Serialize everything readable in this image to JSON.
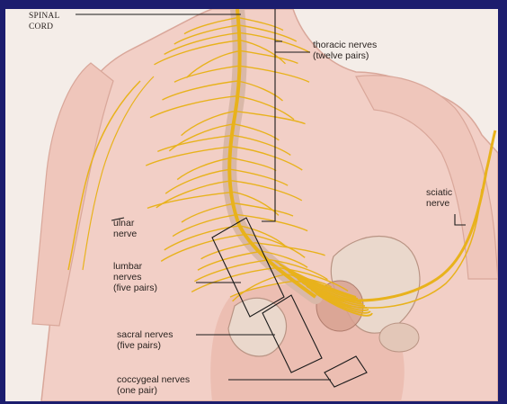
{
  "labels": {
    "spinal_cord": [
      "SPINAL",
      "CORD"
    ],
    "thoracic": [
      "thoracic nerves",
      "(twelve pairs)"
    ],
    "sciatic": [
      "sciatic",
      "nerve"
    ],
    "ulnar": [
      "ulnar",
      "nerve"
    ],
    "lumbar": [
      "lumbar",
      "nerves",
      "(five pairs)"
    ],
    "sacral": [
      "sacral nerves",
      "(five pairs)"
    ],
    "coccygeal": [
      "coccygeal nerves",
      "(one pair)"
    ]
  },
  "colors": {
    "frame": "#1c1d6e",
    "background": "#f4ede8",
    "skin": "#f2cfc6",
    "skin_shadow": "#e3aea2",
    "nerve": "#e8b21c",
    "nerve_dark": "#c98c0e",
    "vertebra": "#d9b8a8",
    "label_line": "#1a1a1a",
    "pelvis": "#ead8cc"
  }
}
